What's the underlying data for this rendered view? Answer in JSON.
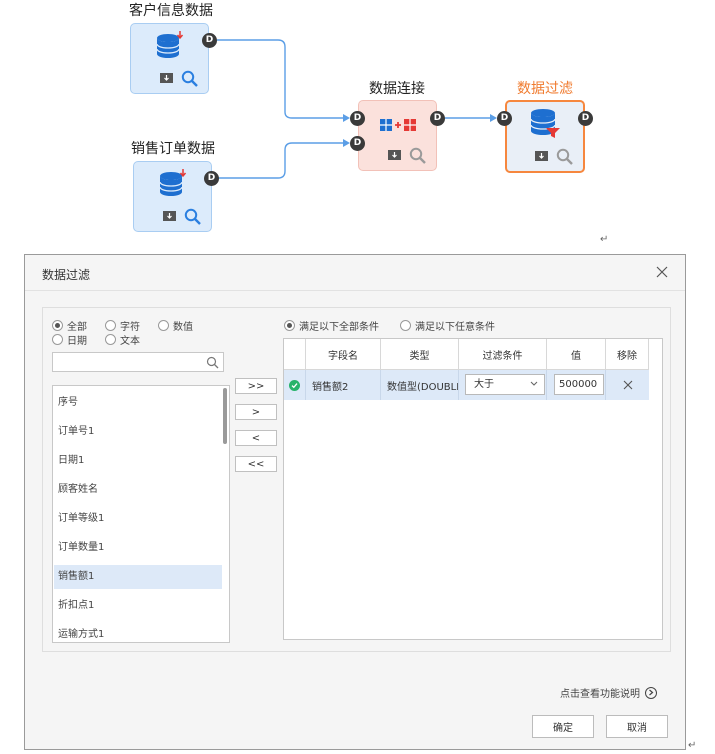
{
  "flow": {
    "nodes": [
      {
        "id": "customer",
        "title": "客户信息数据"
      },
      {
        "id": "sales",
        "title": "销售订单数据"
      },
      {
        "id": "join",
        "title": "数据连接"
      },
      {
        "id": "filter",
        "title": "数据过滤"
      }
    ],
    "port_label": "D",
    "pilcrow": "↵"
  },
  "dialog": {
    "title": "数据过滤",
    "type_filters": [
      {
        "label": "全部",
        "checked": true
      },
      {
        "label": "字符",
        "checked": false
      },
      {
        "label": "数值",
        "checked": false
      },
      {
        "label": "日期",
        "checked": false
      },
      {
        "label": "文本",
        "checked": false
      }
    ],
    "match_modes": [
      {
        "label": "满足以下全部条件",
        "checked": true
      },
      {
        "label": "满足以下任意条件",
        "checked": false
      }
    ],
    "search": {
      "placeholder": "",
      "value": ""
    },
    "fields": [
      {
        "label": "序号",
        "selected": false
      },
      {
        "label": "订单号1",
        "selected": false
      },
      {
        "label": "日期1",
        "selected": false
      },
      {
        "label": "顾客姓名",
        "selected": false
      },
      {
        "label": "订单等级1",
        "selected": false
      },
      {
        "label": "订单数量1",
        "selected": false
      },
      {
        "label": "销售额1",
        "selected": true
      },
      {
        "label": "折扣点1",
        "selected": false
      },
      {
        "label": "运输方式1",
        "selected": false
      }
    ],
    "movers": [
      ">>",
      ">",
      "<",
      "<<"
    ],
    "table": {
      "headers": [
        "字段名",
        "类型",
        "过滤条件",
        "值",
        "移除"
      ],
      "rows": [
        {
          "field": "销售额2",
          "type": "数值型(DOUBLE)",
          "condition": "大于",
          "value": "500000"
        }
      ]
    },
    "help_link": "点击查看功能说明",
    "ok_label": "确定",
    "cancel_label": "取消",
    "colors": {
      "accent": "#f6873e",
      "check": "#27b36a",
      "selection": "#dde9f8"
    }
  }
}
